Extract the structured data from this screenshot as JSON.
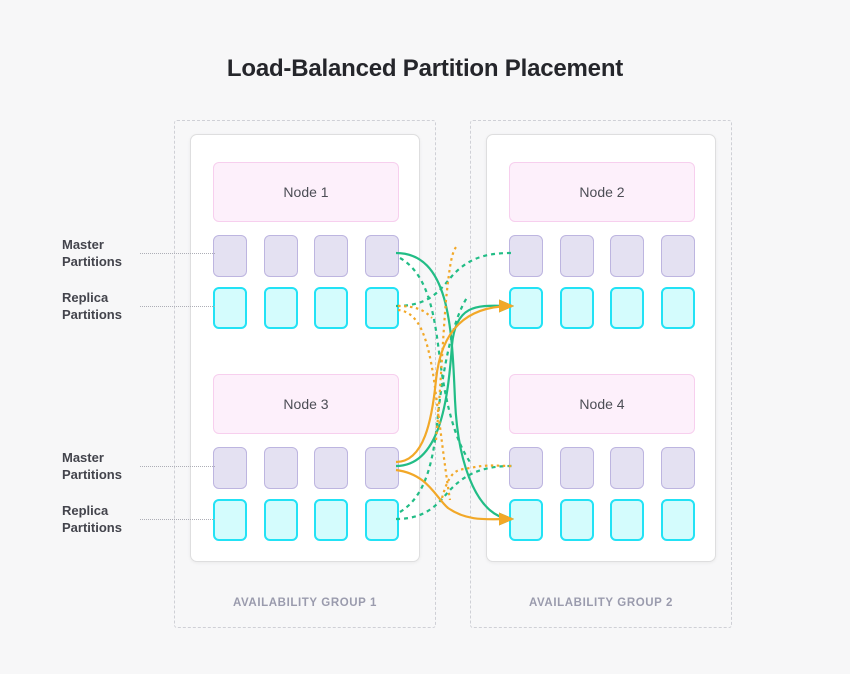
{
  "title": "Load-Balanced Partition Placement",
  "colors": {
    "background": "#f7f7f8",
    "title_text": "#25262b",
    "node_fill": "#fdf0fb",
    "node_border": "#f7cfee",
    "master_fill": "#e4e1f2",
    "master_border": "#bdb5e0",
    "replica_fill": "#d4fcfd",
    "replica_border": "#22e2f5",
    "flow_green": "#22bd86",
    "flow_orange": "#f2a828",
    "group_caption": "#9a9bad",
    "card_border": "#dededf",
    "group_border": "#cfd0d6"
  },
  "groups": [
    {
      "caption": "AVAILABILITY GROUP 1",
      "nodes": [
        {
          "name": "Node 1",
          "rows": [
            {
              "kind": "master",
              "label": "Master\nPartitions",
              "count": 4
            },
            {
              "kind": "replica",
              "label": "Replica\nPartitions",
              "count": 4
            }
          ]
        },
        {
          "name": "Node 3",
          "rows": [
            {
              "kind": "master",
              "label": "Master\nPartitions",
              "count": 4
            },
            {
              "kind": "replica",
              "label": "Replica\nPartitions",
              "count": 4
            }
          ]
        }
      ]
    },
    {
      "caption": "AVAILABILITY GROUP 2",
      "nodes": [
        {
          "name": "Node 2",
          "rows": [
            {
              "kind": "master",
              "count": 4
            },
            {
              "kind": "replica",
              "count": 4
            }
          ]
        },
        {
          "name": "Node 4",
          "rows": [
            {
              "kind": "master",
              "count": 4
            },
            {
              "kind": "replica",
              "count": 4
            }
          ]
        }
      ]
    }
  ],
  "annotations": {
    "master_partitions_top": "Master\nPartitions",
    "replica_partitions_top": "Replica\nPartitions",
    "master_partitions_bottom": "Master\nPartitions",
    "replica_partitions_bottom": "Replica\nPartitions",
    "master_line_1": "Master",
    "master_line_2": "Partitions",
    "replica_line_1": "Replica",
    "replica_line_2": "Partitions"
  }
}
